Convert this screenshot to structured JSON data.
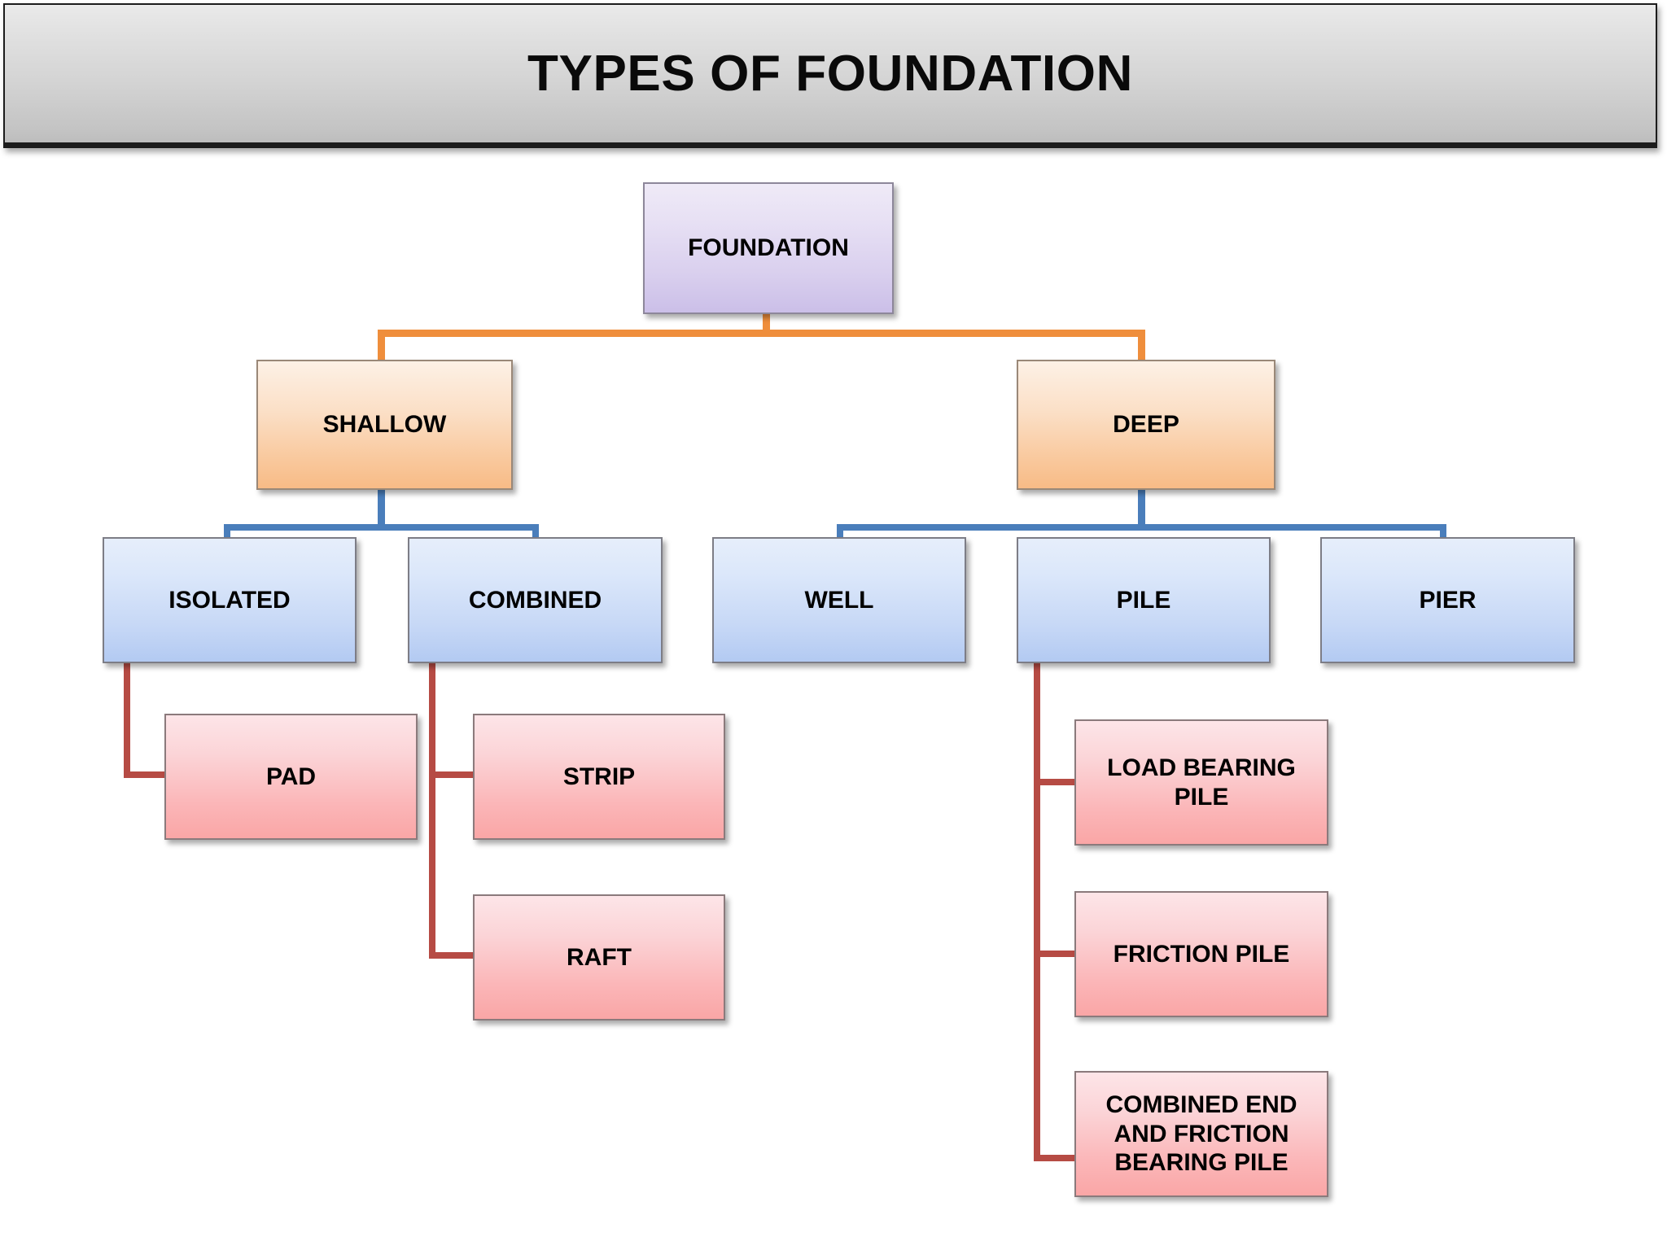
{
  "title": {
    "text": "TYPES OF FOUNDATION"
  },
  "colors": {
    "connector_level0": "#ef8e3c",
    "connector_level1": "#4a7ebb",
    "connector_level2": "#b64b44",
    "root_box": "#d9cfee",
    "level1_box": "#f9c89c",
    "level2_box": "#c7d8f6",
    "level3_box": "#fbb6b8",
    "banner_border": "#1c1c1c"
  },
  "diagram": {
    "type": "tree",
    "root": {
      "label": "FOUNDATION"
    },
    "level1": [
      {
        "label": "SHALLOW"
      },
      {
        "label": "DEEP"
      }
    ],
    "level2": [
      {
        "label": "ISOLATED",
        "parent": "SHALLOW"
      },
      {
        "label": "COMBINED",
        "parent": "SHALLOW"
      },
      {
        "label": "WELL",
        "parent": "DEEP"
      },
      {
        "label": "PILE",
        "parent": "DEEP"
      },
      {
        "label": "PIER",
        "parent": "DEEP"
      }
    ],
    "level3": [
      {
        "label": "PAD",
        "parent": "ISOLATED"
      },
      {
        "label": "STRIP",
        "parent": "COMBINED"
      },
      {
        "label": "RAFT",
        "parent": "COMBINED"
      },
      {
        "label": "LOAD BEARING\nPILE",
        "parent": "PILE"
      },
      {
        "label": "FRICTION PILE",
        "parent": "PILE"
      },
      {
        "label": "COMBINED END\nAND FRICTION\nBEARING PILE",
        "parent": "PILE"
      }
    ]
  }
}
